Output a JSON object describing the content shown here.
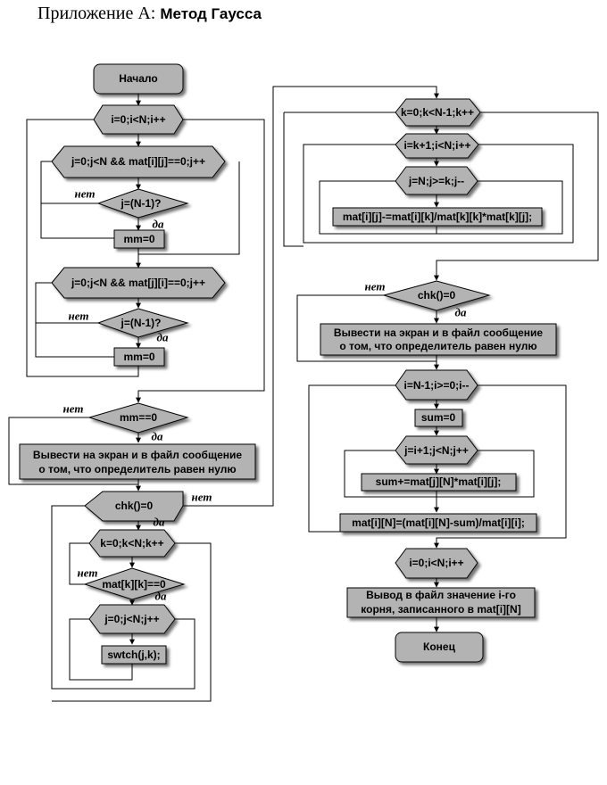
{
  "title": {
    "prefix": "Приложение А:",
    "name": "Метод Гаусса"
  },
  "labels": {
    "yes": "да",
    "no": "нет"
  },
  "blocks": {
    "start": "Начало",
    "loop_i_outer": "i=0;i<N;i++",
    "loop_j_row": "j=0;j<N && mat[i][j]==0;j++",
    "cond_j_1": "j=(N-1)?",
    "assign_mm_1": "mm=0",
    "loop_j_col": "j=0;j<N && mat[j][i]==0;j++",
    "cond_j_2": "j=(N-1)?",
    "assign_mm_2": "mm=0",
    "cond_mm": "mm==0",
    "msg_1_line1": "Вывести на экран и в файл сообщение",
    "msg_1_line2": "о том, что определитель равен нулю",
    "cond_chk_1": "chk()=0",
    "loop_k_1": "k=0;k<N;k++",
    "cond_matkk": "mat[k][k]==0",
    "loop_j_swap": "j=0;j<N;j++",
    "swtch": "swtch(j,k);",
    "loop_k_2": "k=0;k<N-1;k++",
    "loop_i_2": "i=k+1;i<N;i++",
    "loop_j_back": "j=N;j>=k;j--",
    "elim": "mat[i][j]-=mat[i][k]/mat[k][k]*mat[k][j];",
    "cond_chk_2": "chk()=0",
    "msg_2_line1": "Вывести на экран и в файл сообщение",
    "msg_2_line2": "о том, что определитель равен нулю",
    "loop_i_back": "i=N-1;i>=0;i--",
    "sum_init": "sum=0",
    "loop_j_sum": "j=i+1;j<N;j++",
    "sum_acc": "sum+=mat[j][N]*mat[i][j];",
    "solve": "mat[i][N]=(mat[i][N]-sum)/mat[i][i];",
    "loop_i_out": "i=0;i<N;i++",
    "out_line1": "Вывод в файл значение i-го",
    "out_line2": "корня, записанного в mat[i][N]",
    "end": "Конец"
  }
}
